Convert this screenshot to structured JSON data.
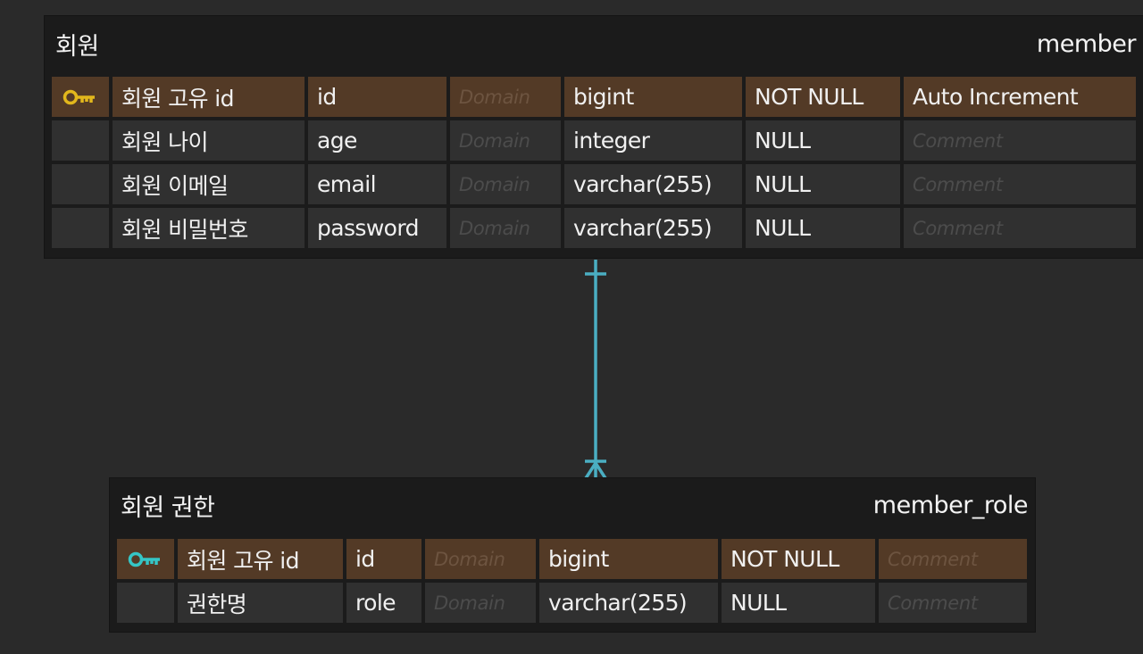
{
  "tables": {
    "member": {
      "logical_name": "회원",
      "physical_name": "member",
      "key_color": "#e2b71c",
      "columns": [
        {
          "logical": "회원 고유 id",
          "physical": "id",
          "domain": "Domain",
          "type": "bigint",
          "nullability": "NOT NULL",
          "comment": "Auto Increment"
        },
        {
          "logical": "회원 나이",
          "physical": "age",
          "domain": "Domain",
          "type": "integer",
          "nullability": "NULL",
          "comment": "Comment"
        },
        {
          "logical": "회원 이메일",
          "physical": "email",
          "domain": "Domain",
          "type": "varchar(255)",
          "nullability": "NULL",
          "comment": "Comment"
        },
        {
          "logical": "회원 비밀번호",
          "physical": "password",
          "domain": "Domain",
          "type": "varchar(255)",
          "nullability": "NULL",
          "comment": "Comment"
        }
      ]
    },
    "member_role": {
      "logical_name": "회원 권한",
      "physical_name": "member_role",
      "key_color": "#35c6c6",
      "columns": [
        {
          "logical": "회원 고유 id",
          "physical": "id",
          "domain": "Domain",
          "type": "bigint",
          "nullability": "NOT NULL",
          "comment": "Comment"
        },
        {
          "logical": "권한명",
          "physical": "role",
          "domain": "Domain",
          "type": "varchar(255)",
          "nullability": "NULL",
          "comment": "Comment"
        }
      ]
    }
  },
  "relationship": {
    "from": "member",
    "to": "member_role",
    "cardinality": "one-to-many",
    "line_color": "#4aaec2"
  },
  "icons": {
    "primary_key": "key-icon",
    "foreign_primary_key": "key-icon"
  }
}
